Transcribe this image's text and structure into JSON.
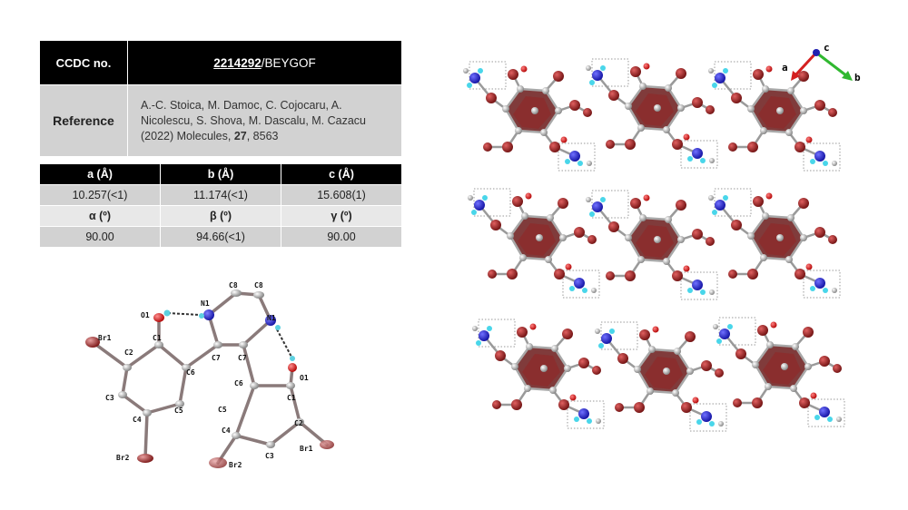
{
  "reference": {
    "ccdc_label": "CCDC no.",
    "ccdc_code": "2214292",
    "ccdc_separator": "/",
    "refcode": "BEYGOF",
    "reference_label": "Reference",
    "reference_text": "A.-C. Stoica, M. Damoc, C. Cojocaru, A. Nicolescu, S. Shova, M. Dascalu, M. Cazacu (2022) Molecules, ",
    "volume": "27",
    "pages": ", 8563"
  },
  "cell": {
    "headers": [
      "a (Å)",
      "b (Å)",
      "c (Å)"
    ],
    "values": [
      "10.257(<1)",
      "11.174(<1)",
      "15.608(1)"
    ],
    "angle_headers": [
      "α (º)",
      "β (º)",
      "γ (º)"
    ],
    "angle_values": [
      "90.00",
      "94.66(<1)",
      "90.00"
    ]
  },
  "molecule_labels": {
    "left": [
      "O1",
      "N1",
      "C8",
      "C8",
      "N1",
      "Br1",
      "C1",
      "C2",
      "C7",
      "C7",
      "C6",
      "C3",
      "C4",
      "C5",
      "Br2"
    ],
    "right": [
      "O1",
      "C6",
      "C1",
      "C5",
      "C4",
      "C2",
      "C3",
      "Br2",
      "Br1"
    ]
  },
  "axes": {
    "a": "a",
    "b": "b",
    "c": "c"
  },
  "colors": {
    "bromine": "#8b1a1a",
    "ring_fill": "#7a2020",
    "carbon": "#9a9a9a",
    "nitrogen": "#2020c8",
    "hydrogen": "#4fd8e8",
    "oxygen": "#cc1f1f",
    "axis_a": "#d42020",
    "axis_b": "#30b830",
    "axis_c": "#2020b0"
  }
}
